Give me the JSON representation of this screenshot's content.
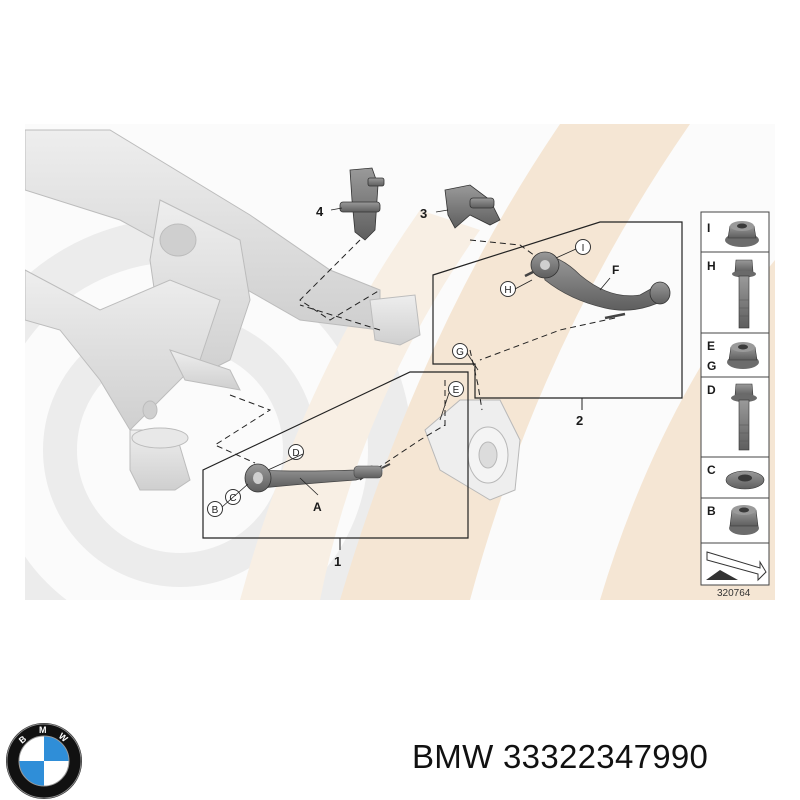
{
  "diagram": {
    "callouts": [
      "1",
      "2",
      "3",
      "4"
    ],
    "part_letters": [
      "A",
      "B",
      "C",
      "D",
      "E",
      "F",
      "G",
      "H",
      "I"
    ],
    "legend": {
      "rows": [
        {
          "letters": [
            "I"
          ]
        },
        {
          "letters": [
            "H"
          ]
        },
        {
          "letters": [
            "E",
            "G"
          ]
        },
        {
          "letters": [
            "D"
          ]
        },
        {
          "letters": [
            "C"
          ]
        },
        {
          "letters": [
            "B"
          ]
        }
      ]
    },
    "drawing_number": "320764"
  },
  "footer": {
    "brand": "BMW",
    "part_number": "33322347990",
    "logo_letters": [
      "B",
      "M",
      "W"
    ]
  },
  "colors": {
    "watermark": "#f3e3cf",
    "subframe": "#d9d9d9",
    "part": "#7a7a7a",
    "logo_blue": "#2f8ed8",
    "logo_black": "#111111"
  }
}
